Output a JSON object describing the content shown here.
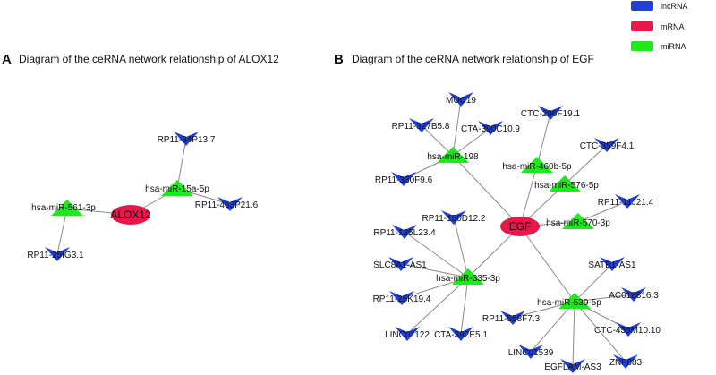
{
  "legend": {
    "items": [
      {
        "label": "lncRNA",
        "color": "#1f3fd6"
      },
      {
        "label": "mRNA",
        "color": "#e8194a"
      },
      {
        "label": "miRNA",
        "color": "#22e61e"
      }
    ]
  },
  "panel_a": {
    "letter": "A",
    "title": "Diagram of the ceRNA network relationship of ALOX12",
    "mrna": "ALOX12",
    "mirna": [
      "hsa-miR-561-3p",
      "hsa-miR-15a-5p"
    ],
    "lncrna": [
      "RP11-34P13.7",
      "RP11-463P21.6",
      "RP11-25IG3.1"
    ]
  },
  "panel_b": {
    "letter": "B",
    "title": "Diagram of the ceRNA network relationship of EGF",
    "mrna": "EGF",
    "mirna": [
      "hsa-miR-198",
      "hsa-miR-460b-5p",
      "hsa-miR-576-5p",
      "hsa-miR-570-3p",
      "hsa-miR-335-3p",
      "hsa-miR-539-5p"
    ],
    "lncrna": [
      "MUC19",
      "RP11-327B5.8",
      "CTA-390C10.9",
      "RP11-330F9.6",
      "CTC-296F19.1",
      "CTC-359F4.1",
      "RP11-11J21.4",
      "RP11-150D12.2",
      "RP11-135L23.4",
      "SLC8A1-AS1",
      "RP11-25K19.4",
      "LINC01122",
      "CTA-392E5.1",
      "SATB1-AS1",
      "AC018816.3",
      "RP11-558F7.3",
      "CTC-455M10.10",
      "LINC01539",
      "EGFLAM-AS3",
      "ZNF883"
    ]
  },
  "colors": {
    "lncrna": "#1f3fd6",
    "mrna": "#e8194a",
    "mirna": "#22e61e",
    "edge": "#8a8a8a"
  },
  "icons": {
    "lncrna": "v-arrow-icon",
    "mrna": "ellipse-icon",
    "mirna": "triangle-icon"
  }
}
